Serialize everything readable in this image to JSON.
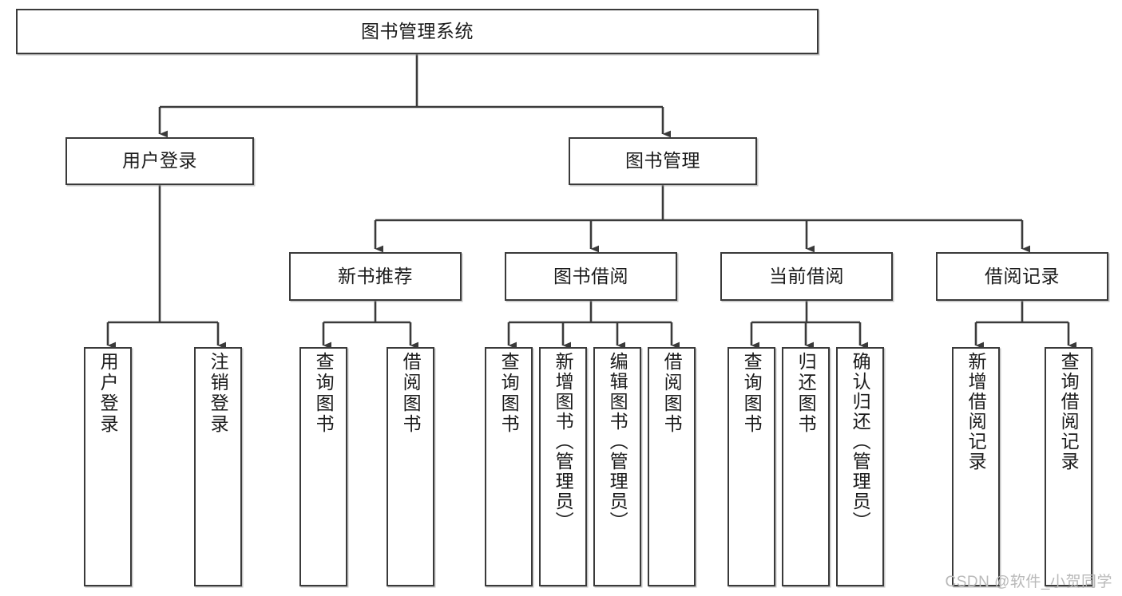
{
  "diagram": {
    "type": "tree-hierarchy-chart",
    "title": "图书管理系统",
    "watermark": "CSDN @软件_小贺同学",
    "colors": {
      "box_border": "#3a3a3a",
      "box_fill": "#ffffff",
      "connector": "#3a3a3a",
      "text": "#1b1b1b",
      "watermark": "#b9b9b9"
    },
    "nodes": {
      "root": {
        "label": "图书管理系统",
        "level": 1,
        "orientation": "horizontal"
      },
      "user_login": {
        "label": "用户登录",
        "level": 2,
        "orientation": "horizontal"
      },
      "book_manage": {
        "label": "图书管理",
        "level": 2,
        "orientation": "horizontal"
      },
      "new_book_rec": {
        "label": "新书推荐",
        "level": 3,
        "orientation": "horizontal"
      },
      "book_borrow": {
        "label": "图书借阅",
        "level": 3,
        "orientation": "horizontal"
      },
      "current_borrow": {
        "label": "当前借阅",
        "level": 3,
        "orientation": "horizontal"
      },
      "borrow_record": {
        "label": "借阅记录",
        "level": 3,
        "orientation": "horizontal"
      },
      "leaf_user_login": {
        "label": "用户登录",
        "level": 4,
        "orientation": "vertical"
      },
      "leaf_logout": {
        "label": "注销登录",
        "level": 4,
        "orientation": "vertical"
      },
      "leaf_query_book_a": {
        "label": "查询图书",
        "level": 4,
        "orientation": "vertical"
      },
      "leaf_borrow_book_a": {
        "label": "借阅图书",
        "level": 4,
        "orientation": "vertical"
      },
      "leaf_query_book_b": {
        "label": "查询图书",
        "level": 4,
        "orientation": "vertical"
      },
      "leaf_add_book": {
        "label": "新增图书（管理员）",
        "level": 4,
        "orientation": "vertical"
      },
      "leaf_edit_book": {
        "label": "编辑图书（管理员）",
        "level": 4,
        "orientation": "vertical"
      },
      "leaf_borrow_book_b": {
        "label": "借阅图书",
        "level": 4,
        "orientation": "vertical"
      },
      "leaf_query_book_c": {
        "label": "查询图书",
        "level": 4,
        "orientation": "vertical"
      },
      "leaf_return_book": {
        "label": "归还图书",
        "level": 4,
        "orientation": "vertical"
      },
      "leaf_confirm_return": {
        "label": "确认归还（管理员）",
        "level": 4,
        "orientation": "vertical"
      },
      "leaf_add_record": {
        "label": "新增借阅记录",
        "level": 4,
        "orientation": "vertical"
      },
      "leaf_query_record": {
        "label": "查询借阅记录",
        "level": 4,
        "orientation": "vertical"
      }
    }
  }
}
